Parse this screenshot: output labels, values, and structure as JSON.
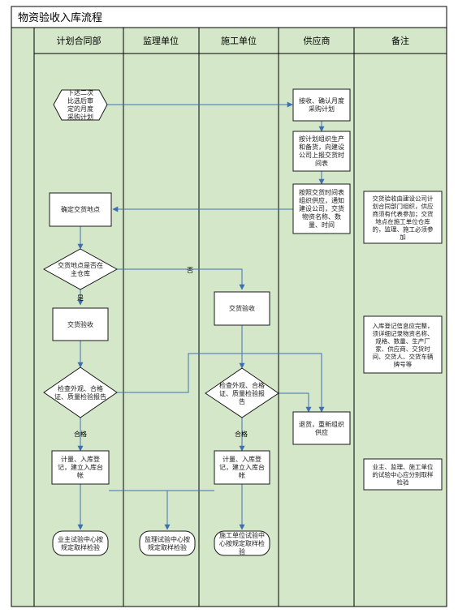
{
  "title": "物资验收入库流程",
  "lanes": [
    "计划合同部",
    "监理单位",
    "施工单位",
    "供应商",
    "备注"
  ],
  "nodes": {
    "n1": [
      "下达二次",
      "比选后审",
      "定的月度",
      "采购计划"
    ],
    "n2": [
      "接收、确认月度",
      "采购计划"
    ],
    "n3": [
      "按计划组织生产",
      "和备货，向建设",
      "公司上报交货时",
      "间表"
    ],
    "n4": [
      "按照交货时间表",
      "组织供应，通知",
      "建设公司，交货",
      "物资名称、数",
      "量、时间"
    ],
    "n5": [
      "确定交货地点"
    ],
    "n6": [
      "交货地点是否在",
      "主仓库"
    ],
    "n7": [
      "交货验收"
    ],
    "n8": [
      "交货验收"
    ],
    "n9": [
      "检查外观、合格",
      "证、质量检验报告"
    ],
    "n10": [
      "检查外观、合格",
      "证、质量检验报",
      "告"
    ],
    "n11": [
      "退货，重新组织",
      "供应"
    ],
    "n12": [
      "计量、入库登",
      "记，建立入库台",
      "帐"
    ],
    "n13": [
      "计量、入库登",
      "记，建立入库台",
      "帐"
    ],
    "n14": [
      "业主试验中心按",
      "规定取样检验"
    ],
    "n15": [
      "监理试验中心按",
      "规定取样检验"
    ],
    "n16": [
      "施工单位试验中",
      "心按规定取样检",
      "验"
    ]
  },
  "notes": {
    "r1": [
      "交货验收由建设公司计",
      "划合同部门组织，供应",
      "商须有代表参加；交货",
      "地点在施工单位仓库",
      "的，监理、施工必须参",
      "加"
    ],
    "r2": [
      "入库登记信息应完整，",
      "须详细记录物资名称、",
      "规格、数量、生产厂",
      "家、供应商、交货时",
      "间、交货人、交货车辆",
      "牌号等"
    ],
    "r3": [
      "业主、监理、施工单位",
      "的试验中心应分别取样",
      "检验"
    ]
  },
  "labels": {
    "no": "否",
    "yes": "是",
    "pass1": "合格",
    "pass2": "合格"
  },
  "colors": {
    "lane_fill": "#d4e8c9",
    "frame": "#000000",
    "arrow": "#3f6fb2",
    "box_stroke": "#1a1a1a",
    "box_fill": "#ffffff"
  }
}
